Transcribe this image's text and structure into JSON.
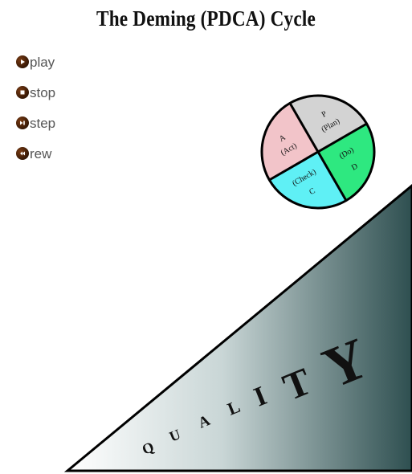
{
  "title": "The Deming  (PDCA) Cycle",
  "controls": [
    {
      "label": "play",
      "icon": "play-icon"
    },
    {
      "label": "stop",
      "icon": "stop-icon"
    },
    {
      "label": "step",
      "icon": "step-icon"
    },
    {
      "label": "rew",
      "icon": "rewind-icon"
    }
  ],
  "cycle": {
    "plan": {
      "letter": "P",
      "word": "(Plan)",
      "color": "#d3d3d3"
    },
    "do": {
      "letter": "D",
      "word": "(Do)",
      "color": "#2ee880"
    },
    "check": {
      "letter": "C",
      "word": "(Check)",
      "color": "#5ff0f5"
    },
    "act": {
      "letter": "A",
      "word": "(Act)",
      "color": "#f2c4c9"
    }
  },
  "quality_letters": [
    "Q",
    "U",
    "A",
    "L",
    "I",
    "T",
    "Y"
  ],
  "colors": {
    "ramp_light": "#ffffff",
    "ramp_dark": "#2e4f50",
    "outline": "#000000"
  }
}
